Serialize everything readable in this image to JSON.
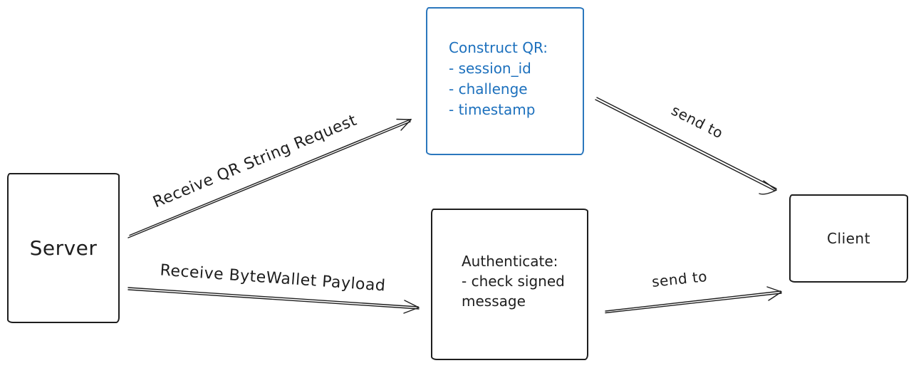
{
  "diagram": {
    "nodes": {
      "server": {
        "label": "Server"
      },
      "construct_qr": {
        "title": "Construct QR:",
        "items": [
          "- session_id",
          "- challenge",
          "- timestamp"
        ],
        "border_color": "#2b77bd",
        "text_color": "#1c70bd"
      },
      "authenticate": {
        "title": "Authenticate:",
        "lines": [
          "- check signed",
          "message"
        ]
      },
      "client": {
        "label": "Client"
      }
    },
    "edges": {
      "server_to_construct_qr": {
        "label": "Receive QR String Request"
      },
      "server_to_authenticate": {
        "label": "Receive ByteWallet Payload"
      },
      "construct_qr_to_client": {
        "label": "send to"
      },
      "authenticate_to_client": {
        "label": "send to"
      }
    },
    "colors": {
      "stroke": "#1e1e1e",
      "background": "#ffffff"
    }
  }
}
